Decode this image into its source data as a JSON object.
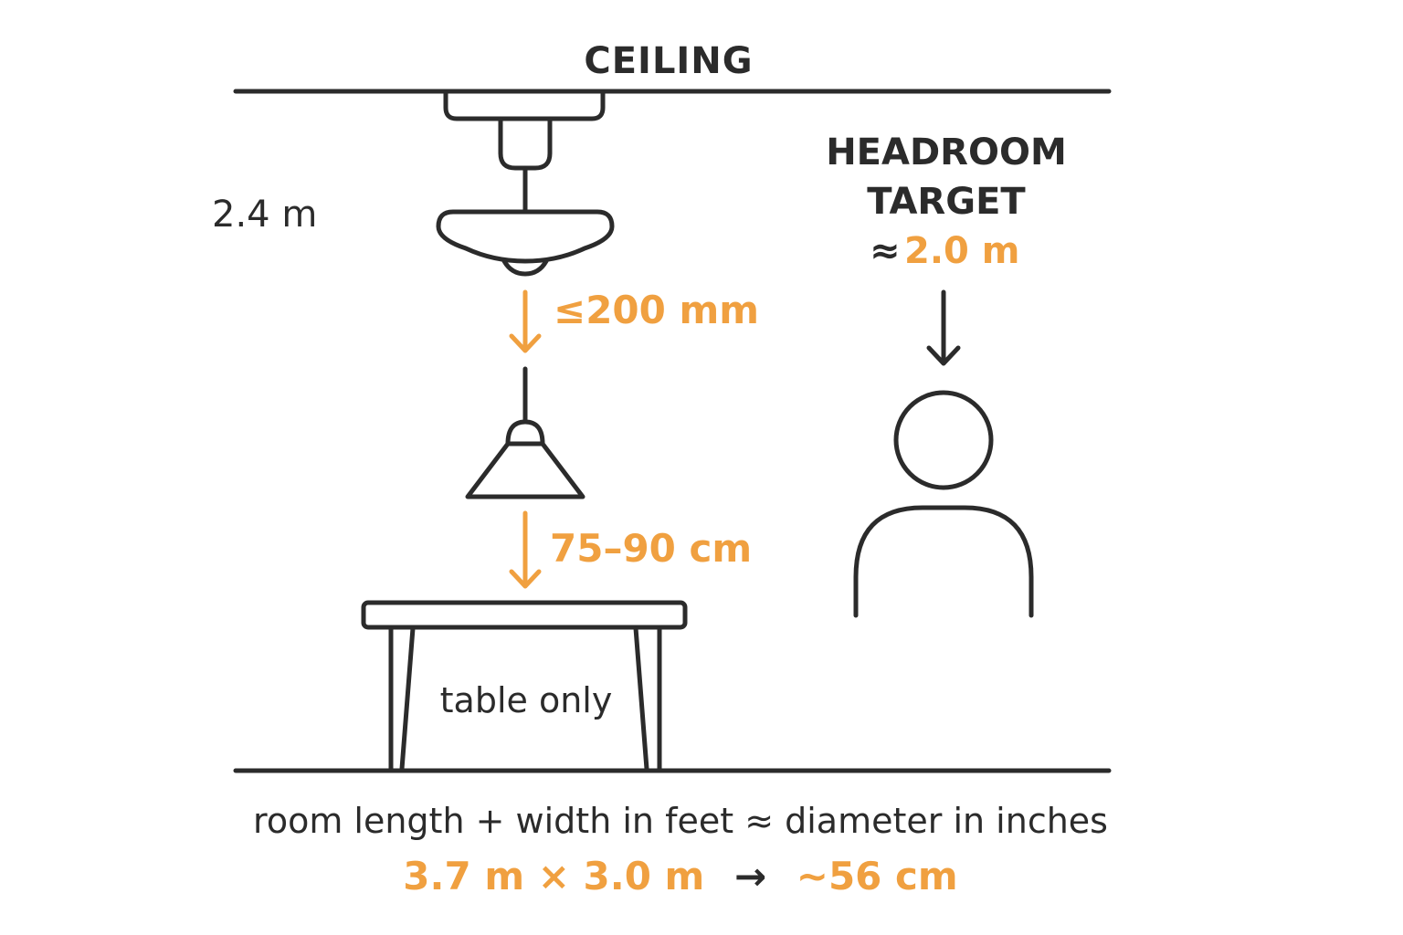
{
  "colors": {
    "ink": "#2b2b2b",
    "accent": "#f0a040",
    "background": "#ffffff"
  },
  "labels": {
    "ceiling": "CEILING",
    "ceiling_height": "2.4 m",
    "headroom_line1": "HEADROOM",
    "headroom_line2": "TARGET",
    "headroom_approx": "≈",
    "headroom_value": "2.0 m",
    "flush_clearance": "≤200 mm",
    "pendant_clearance": "75–90 cm",
    "table_note": "table only"
  },
  "footer": {
    "rule": "room length + width in feet ≈ diameter in inches",
    "example_room": "3.7 m × 3.0 m",
    "example_arrow": "→",
    "example_result": "~56 cm"
  },
  "icons": {
    "ceiling_fixture": "flush-mount-light-icon",
    "pendant": "pendant-lamp-icon",
    "table": "table-icon",
    "person": "person-icon"
  }
}
